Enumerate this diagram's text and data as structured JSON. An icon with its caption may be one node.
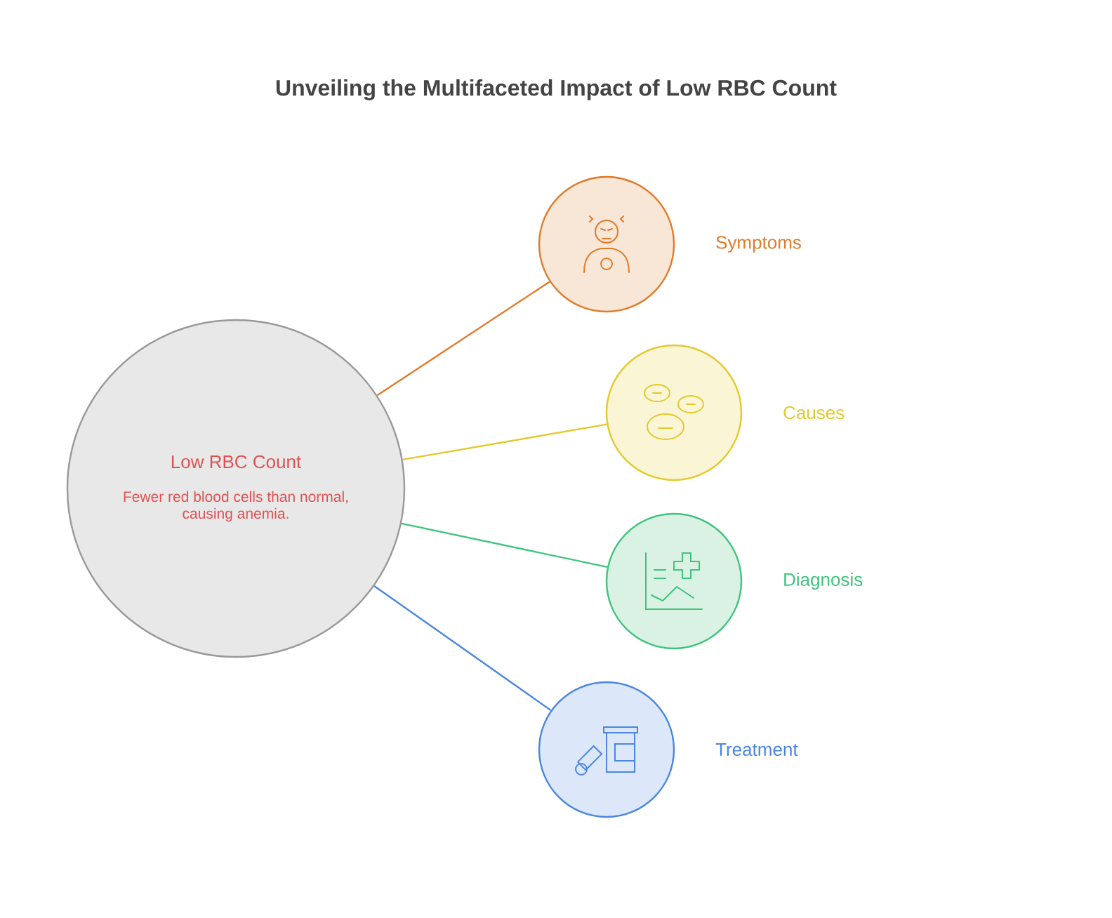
{
  "diagram": {
    "title": "Unveiling the Multifaceted Impact of Low RBC Count",
    "nodes": [
      {
        "text": [
          "Low RBC Count",
          "Fewer red blood cells than normal, causing anemia."
        ]
      },
      {
        "text": [],
        "shape": "circle",
        "beside": [
          "Symptoms"
        ]
      },
      {
        "text": [],
        "shape": "circle",
        "beside": [
          "Causes"
        ]
      },
      {
        "text": [],
        "shape": "circle",
        "beside": [
          "Diagnosis"
        ]
      },
      {
        "text": [],
        "shape": "circle",
        "beside": [
          "Treatment"
        ]
      }
    ],
    "edges": [
      {
        "from": 0,
        "to": 1,
        "arrow": "none",
        "color": "#e07b2a"
      },
      {
        "from": 0,
        "to": 2,
        "arrow": "none",
        "color": "#e3c92b"
      },
      {
        "from": 0,
        "to": 3,
        "arrow": "none",
        "color": "#3ec47e"
      },
      {
        "from": 0,
        "to": 4,
        "arrow": "none",
        "color": "#4a86e0"
      }
    ]
  }
}
